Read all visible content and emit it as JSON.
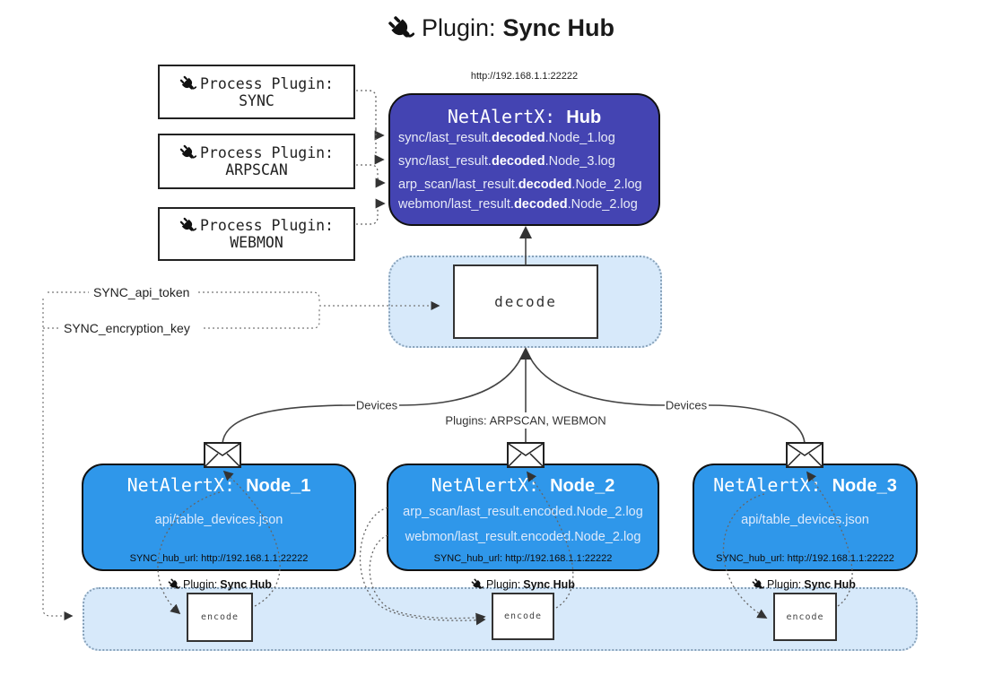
{
  "title": {
    "label": "Plugin:",
    "name": "Sync Hub"
  },
  "hub": {
    "url": "http://192.168.1.1:22222",
    "title_label": "NetAlertX:",
    "title_name": "Hub",
    "entries": [
      {
        "pre": "sync/last_result.",
        "bold": "decoded",
        "post": ".Node_1.log"
      },
      {
        "pre": "sync/last_result.",
        "bold": "decoded",
        "post": ".Node_3.log"
      },
      {
        "pre": "arp_scan/last_result.",
        "bold": "decoded",
        "post": ".Node_2.log"
      },
      {
        "pre": "webmon/last_result.",
        "bold": "decoded",
        "post": ".Node_2.log"
      }
    ]
  },
  "process_plugins": [
    {
      "label": "Process Plugin:",
      "name": "SYNC"
    },
    {
      "label": "Process Plugin:",
      "name": "ARPSCAN"
    },
    {
      "label": "Process Plugin:",
      "name": "WEBMON"
    }
  ],
  "settings": {
    "api_token": "SYNC_api_token",
    "encryption_key": "SYNC_encryption_key"
  },
  "decode": {
    "label": "decode"
  },
  "edges": {
    "left": "Devices",
    "center": "Plugins: ARPSCAN, WEBMON",
    "right": "Devices"
  },
  "nodes": [
    {
      "title_label": "NetAlertX:",
      "title_name": "Node_1",
      "files": [
        "api/table_devices.json"
      ],
      "hub_url": "SYNC_hub_url: http://192.168.1.1:22222"
    },
    {
      "title_label": "NetAlertX:",
      "title_name": "Node_2",
      "files": [
        "arp_scan/last_result.encoded.Node_2.log",
        "webmon/last_result.encoded.Node_2.log"
      ],
      "hub_url": "SYNC_hub_url: http://192.168.1.1:22222"
    },
    {
      "title_label": "NetAlertX:",
      "title_name": "Node_3",
      "files": [
        "api/table_devices.json"
      ],
      "hub_url": "SYNC_hub_url: http://192.168.1.1:22222"
    }
  ],
  "encoders": [
    {
      "label": "Plugin:",
      "name": "Sync Hub",
      "box": "encode"
    },
    {
      "label": "Plugin:",
      "name": "Sync Hub",
      "box": "encode"
    },
    {
      "label": "Plugin:",
      "name": "Sync Hub",
      "box": "encode"
    }
  ],
  "colors": {
    "hub_fill": "#4444b2",
    "node_fill": "#2f97ea",
    "panel_fill": "#d7e9fa",
    "panel_border": "#87a1b9",
    "box_border": "#111111",
    "hub_text": "#e8ebf7",
    "node_text": "#ddeafc"
  }
}
